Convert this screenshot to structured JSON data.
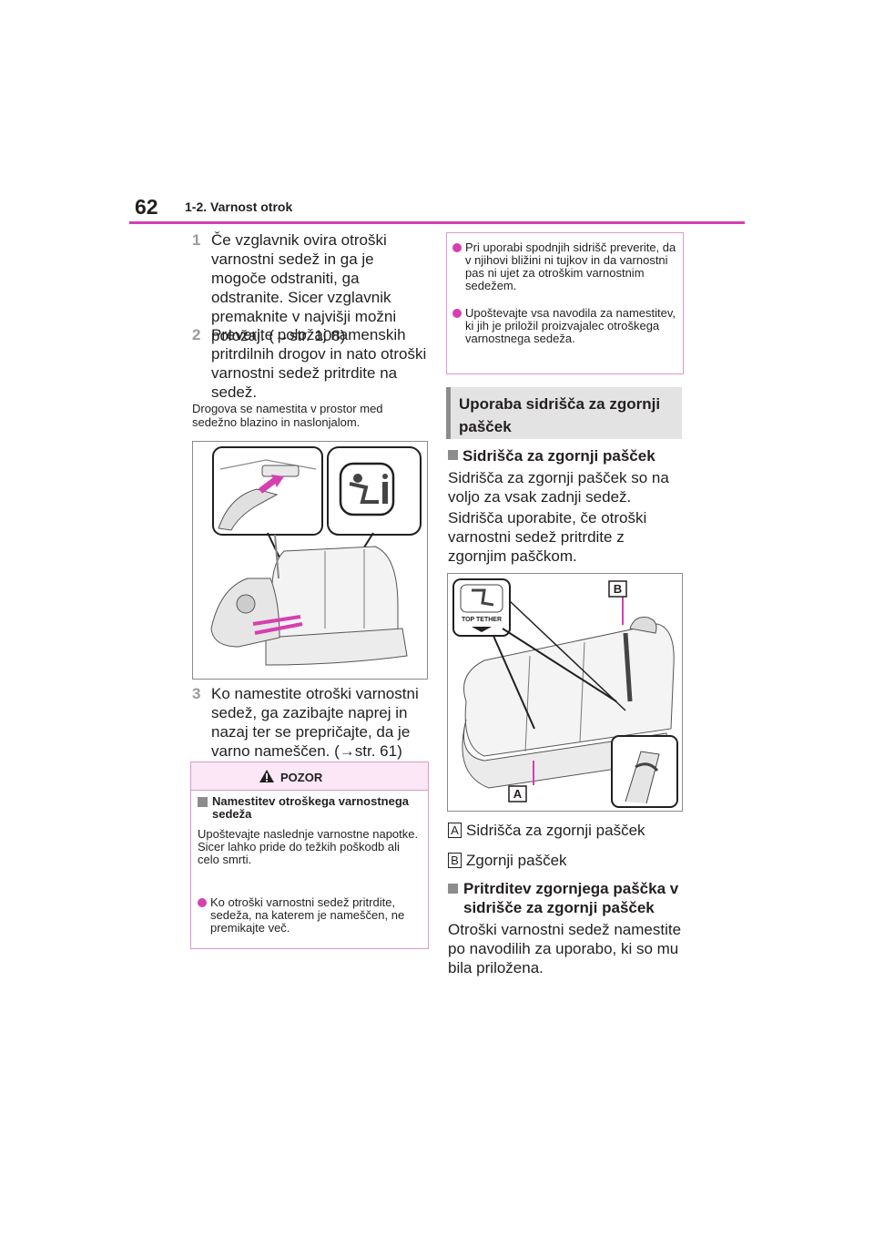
{
  "header": {
    "page_number": "62",
    "section": "1-2. Varnost otrok"
  },
  "left": {
    "steps": [
      {
        "num": "1",
        "text": "Če vzglavnik ovira otroški varnostni sedež in ga je mogoče odstraniti, ga odstranite. Sicer vzglavnik premaknite v najvišji možni položaj. (→str. 108)"
      },
      {
        "num": "2",
        "text": "Preverite položaj namenskih pritrdilnih drogov in nato otroški varnostni sedež pritrdite na sedež."
      },
      {
        "num": "3",
        "text": "Ko namestite otroški varnostni sedež, ga zazibajte naprej in nazaj ter se prepričajte, da je varno nameščen. (→str. 61)"
      }
    ],
    "note": "Drogova se namestita v prostor med sedežno blazino in naslonjalom."
  },
  "pozor": {
    "title": "POZOR",
    "heading": "Namestitev otroškega varnostnega sedeža",
    "text": "Upoštevajte naslednje varnostne napotke.\nSicer lahko pride do težkih poškodb ali celo smrti.",
    "bullet": "Ko otroški varnostni sedež pritrdite, sedeža, na katerem je nameščen, ne premikajte več."
  },
  "right": {
    "box_bullets": [
      "Pri uporabi spodnjih sidrišč preverite, da v njihovi bližini ni tujkov in da varnostni pas ni ujet za otroškim varnostnim sedežem.",
      "Upoštevajte vsa navodila za namestitev, ki jih je priložil proizvajalec otroškega varnostnega sedeža."
    ],
    "section_title": "Uporaba sidrišča za zgornji pašček",
    "sub1": "Sidrišča za zgornji pašček",
    "p1": "Sidrišča za zgornji pašček so na voljo za vsak zadnji sedež.",
    "p2": "Sidrišča uporabite, če otroški varnostni sedež pritrdite z zgornjim paščkom.",
    "figure_labels": {
      "a": "A",
      "b": "B",
      "tether": "TOP TETHER"
    },
    "legend": [
      {
        "key": "A",
        "text": "Sidrišča za zgornji pašček"
      },
      {
        "key": "B",
        "text": "Zgornji pašček"
      }
    ],
    "sub2": "Pritrditev zgornjega paščka v sidrišče za zgornji pašček",
    "p3": "Otroški varnostni sedež namestite po navodilih za uporabo, ki so mu bila priložena."
  },
  "colors": {
    "accent": "#d63fb0",
    "grey_bar": "#8c8c8c",
    "heading_bg": "#e3e3e3",
    "warning_bg": "#fbe7f5"
  }
}
